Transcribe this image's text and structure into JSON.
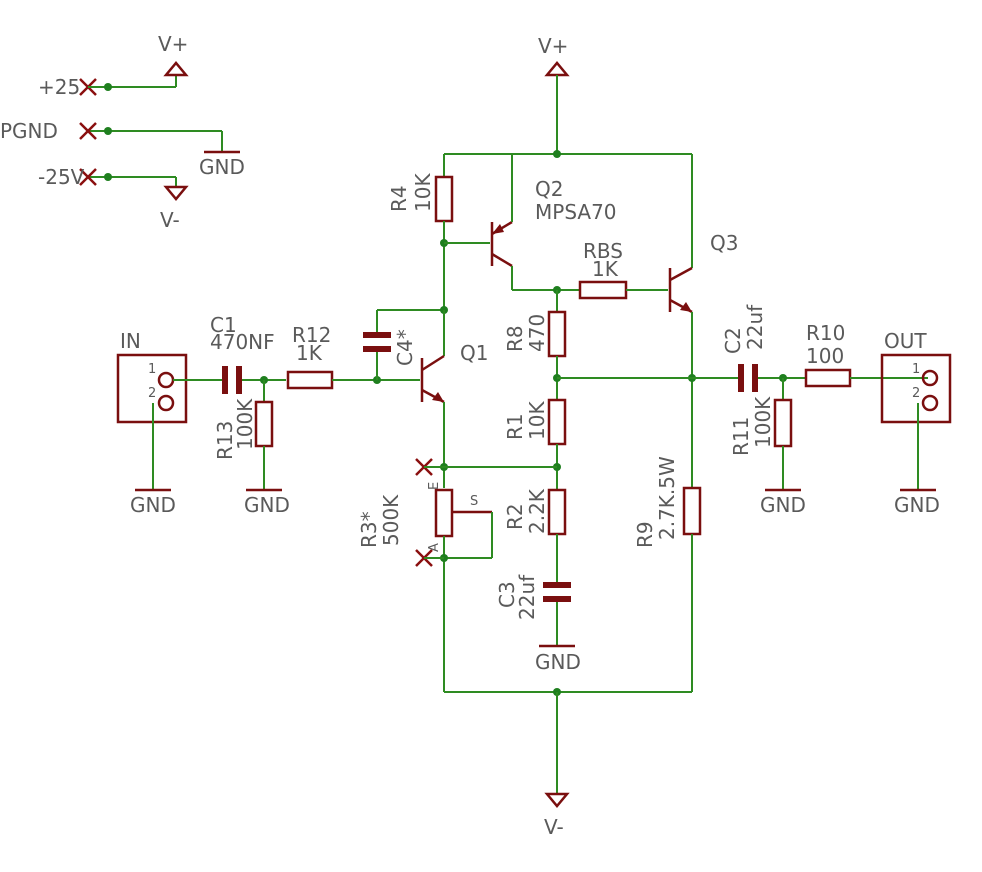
{
  "labels": {
    "v_plus_top": "V+",
    "v_plus_left": "V+",
    "v_minus_left": "V-",
    "v_minus_bottom": "V-",
    "pin_25": "+25",
    "pin_pgnd": "PGND",
    "pin_m25": "-25V",
    "gnd": "GND",
    "in": "IN",
    "out": "OUT",
    "pin1": "1",
    "pin2": "2",
    "c1_name": "C1",
    "c1_val": "470NF",
    "r12_name": "R12",
    "r12_val": "1K",
    "c4_name": "C4*",
    "q1": "Q1",
    "q2_name": "Q2",
    "q2_val": "MPSA70",
    "q3": "Q3",
    "rbs_name": "RBS",
    "rbs_val": "1K",
    "r4_name": "R4",
    "r4_val": "10K",
    "r8_name": "R8",
    "r8_val": "470",
    "r1_name": "R1",
    "r1_val": "10K",
    "r2_name": "R2",
    "r2_val": "2.2K",
    "c3_name": "C3",
    "c3_val": "22uf",
    "r3_name": "R3*",
    "r3_val": "500K",
    "r3_e": "E",
    "r3_s": "S",
    "r3_a": "A",
    "r13_name": "R13",
    "r13_val": "100K",
    "c2_name": "C2",
    "c2_val": "22uf",
    "r10_name": "R10",
    "r10_val": "100",
    "r11_name": "R11",
    "r11_val": "100K",
    "r9_name": "R9",
    "r9_val": "2.7K.5W"
  }
}
